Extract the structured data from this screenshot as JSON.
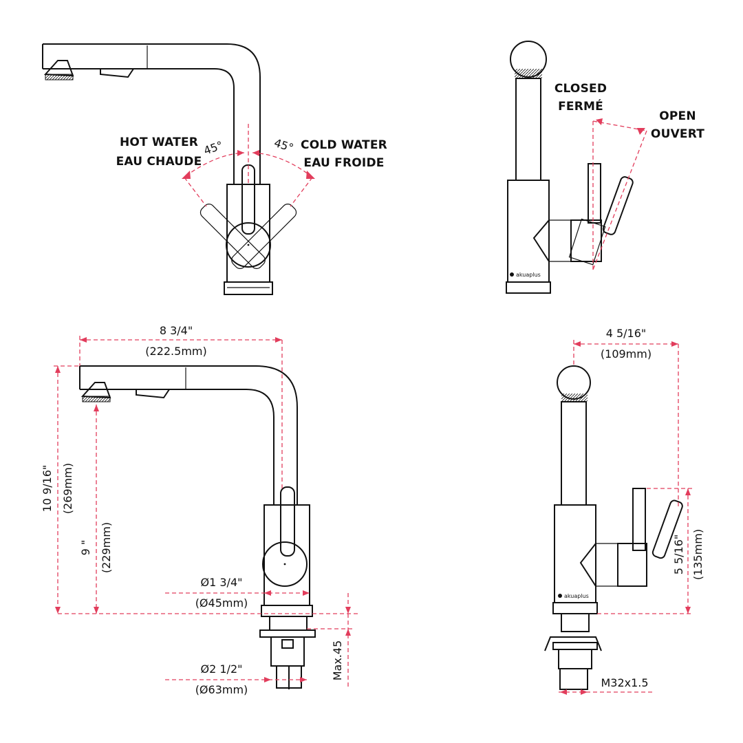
{
  "colors": {
    "line": "#111111",
    "dimension": "#e23d5c",
    "background": "#ffffff"
  },
  "brand": {
    "logo_text": "akuaplus"
  },
  "front_view": {
    "hot_label_en": "HOT WATER",
    "hot_label_fr": "EAU CHAUDE",
    "cold_label_en": "COLD WATER",
    "cold_label_fr": "EAU FROIDE",
    "hot_angle": "45°",
    "cold_angle": "45°"
  },
  "side_view": {
    "closed_en": "CLOSED",
    "closed_fr": "FERMÉ",
    "open_en": "OPEN",
    "open_fr": "OUVERT"
  },
  "front_dimensions": {
    "reach_in": "8 3/4\"",
    "reach_mm": "(222.5mm)",
    "height_in": "10 9/16\"",
    "height_mm": "(269mm)",
    "spout_height_in": "9 \"",
    "spout_height_mm": "(229mm)",
    "body_dia_in": "Ø1 3/4\"",
    "body_dia_mm": "(Ø45mm)",
    "base_dia_in": "Ø2 1/2\"",
    "base_dia_mm": "(Ø63mm)",
    "max_thickness": "Max.45"
  },
  "side_dimensions": {
    "depth_in": "4  5/16\"",
    "depth_mm": "(109mm)",
    "lever_height_in": "5  5/16\"",
    "lever_height_mm": "(135mm)",
    "thread": "M32x1.5"
  }
}
